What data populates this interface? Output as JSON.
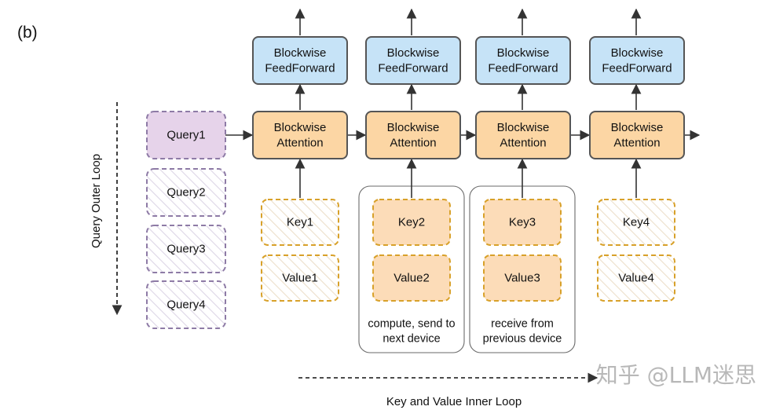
{
  "panel_label": "(b)",
  "query_axis_label": "Query Outer Loop",
  "inner_loop_label": "Key and Value Inner Loop",
  "watermark": "知乎 @LLM迷思",
  "colors": {
    "ffn_fill": "#c6e3f7",
    "attn_fill": "#fcd6a4",
    "block_stroke": "#555555",
    "query_active_fill": "#e6d3ea",
    "query_stroke": "#8e7ba6",
    "kv_stroke": "#d8a12a",
    "kv_fill_active": "#fcdcb8",
    "arrow": "#333333"
  },
  "queries": [
    {
      "label": "Query1",
      "active": true
    },
    {
      "label": "Query2",
      "active": false
    },
    {
      "label": "Query3",
      "active": false
    },
    {
      "label": "Query4",
      "active": false
    }
  ],
  "columns": [
    {
      "ffn": [
        "Blockwise",
        "FeedForward"
      ],
      "attn": [
        "Blockwise",
        "Attention"
      ],
      "key": "Key1",
      "value": "Value1",
      "kv_active": false,
      "note": null
    },
    {
      "ffn": [
        "Blockwise",
        "FeedForward"
      ],
      "attn": [
        "Blockwise",
        "Attention"
      ],
      "key": "Key2",
      "value": "Value2",
      "kv_active": true,
      "note": [
        "compute, send to",
        "next device"
      ]
    },
    {
      "ffn": [
        "Blockwise",
        "FeedForward"
      ],
      "attn": [
        "Blockwise",
        "Attention"
      ],
      "key": "Key3",
      "value": "Value3",
      "kv_active": true,
      "note": [
        "receive from",
        "previous device"
      ]
    },
    {
      "ffn": [
        "Blockwise",
        "FeedForward"
      ],
      "attn": [
        "Blockwise",
        "Attention"
      ],
      "key": "Key4",
      "value": "Value4",
      "kv_active": false,
      "note": null
    }
  ]
}
